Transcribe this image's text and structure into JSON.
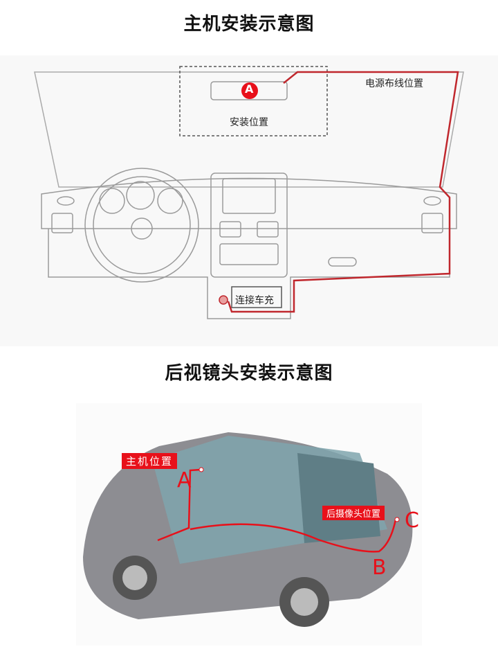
{
  "section1": {
    "title": "主机安装示意图",
    "mount_marker": "A",
    "mount_label": "安装位置",
    "cable_label": "电源布线位置",
    "charger_label": "连接车充"
  },
  "section2": {
    "title": "后视镜头安装示意图",
    "host_label": "主机位置",
    "rear_cam_label": "后摄像头位置",
    "marker_a": "A",
    "marker_b": "B",
    "marker_c": "C"
  },
  "colors": {
    "cable": "#c0272d",
    "accent": "#e8101a"
  }
}
